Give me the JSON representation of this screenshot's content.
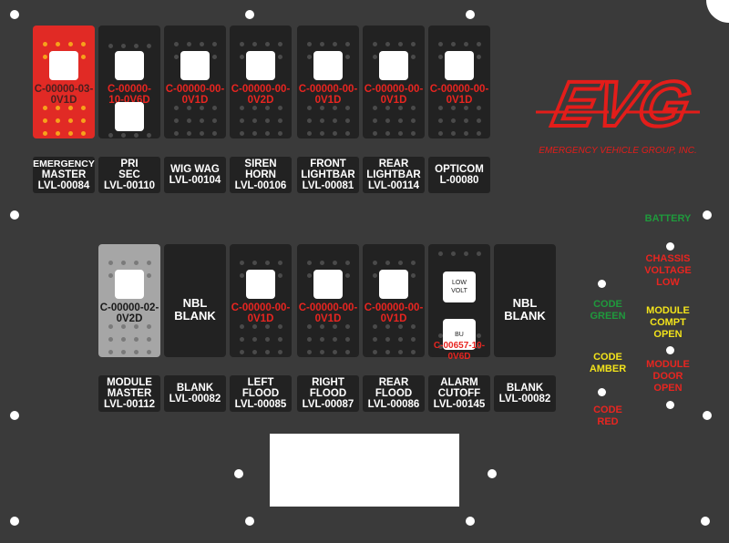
{
  "panel": {
    "background": "#3a3a3a",
    "logo": {
      "text": "EVG",
      "tagline": "EMERGENCY VEHICLE GROUP, INC.",
      "color": "#e31d1a"
    }
  },
  "switches": [
    {
      "code": "C-00000-03-0V1D",
      "style": "red",
      "windows": 1,
      "label": [
        "EMERGENCY",
        "MASTER",
        "LVL-00084"
      ]
    },
    {
      "code": "C-00000-10-0V6D",
      "style": "dark",
      "windows": 2,
      "label": [
        "PRI",
        "SEC",
        "LVL-00110"
      ]
    },
    {
      "code": "C-00000-00-0V1D",
      "style": "dark",
      "windows": 1,
      "label": [
        "WIG WAG",
        "LVL-00104"
      ]
    },
    {
      "code": "C-00000-00-0V2D",
      "style": "dark",
      "windows": 1,
      "label": [
        "SIREN",
        "HORN",
        "LVL-00106"
      ]
    },
    {
      "code": "C-00000-00-0V1D",
      "style": "dark",
      "windows": 1,
      "label": [
        "FRONT",
        "LIGHTBAR",
        "LVL-00081"
      ]
    },
    {
      "code": "C-00000-00-0V1D",
      "style": "dark",
      "windows": 1,
      "label": [
        "REAR",
        "LIGHTBAR",
        "LVL-00114"
      ]
    },
    {
      "code": "C-00000-00-0V1D",
      "style": "dark",
      "windows": 1,
      "label": [
        "OPTICOM",
        "L-00080"
      ]
    },
    {
      "code": "C-00000-02-0V2D",
      "style": "gray",
      "windows": 1,
      "label": [
        "MODULE",
        "MASTER",
        "LVL-00112"
      ]
    },
    {
      "code": "",
      "style": "blank",
      "windows": 0,
      "blank_text": [
        "NBL",
        "BLANK"
      ],
      "label": [
        "BLANK",
        "LVL-00082"
      ]
    },
    {
      "code": "C-00000-00-0V1D",
      "style": "dark",
      "windows": 1,
      "label": [
        "LEFT",
        "FLOOD",
        "LVL-00085"
      ]
    },
    {
      "code": "C-00000-00-0V1D",
      "style": "dark",
      "windows": 1,
      "label": [
        "RIGHT",
        "FLOOD",
        "LVL-00087"
      ]
    },
    {
      "code": "C-00000-00-0V1D",
      "style": "dark",
      "windows": 1,
      "label": [
        "REAR",
        "FLOOD",
        "LVL-00086"
      ]
    },
    {
      "code": "C-00657-10-0V6D",
      "style": "alarm",
      "windows": 2,
      "window_text": [
        [
          "LOW",
          "VOLT"
        ],
        [
          "BU"
        ]
      ],
      "label": [
        "ALARM",
        "CUTOFF",
        "LVL-00145"
      ]
    },
    {
      "code": "",
      "style": "blank",
      "windows": 0,
      "blank_text": [
        "NBL",
        "BLANK"
      ],
      "label": [
        "BLANK",
        "LVL-00082"
      ]
    }
  ],
  "indicators": [
    {
      "lines": [
        "BATTERY"
      ],
      "color": "#1f9a3c"
    },
    {
      "lines": [
        "CHASSIS",
        "VOLTAGE",
        "LOW"
      ],
      "color": "#e82520"
    },
    {
      "lines": [
        "CODE",
        "GREEN"
      ],
      "color": "#1f9a3c"
    },
    {
      "lines": [
        "MODULE",
        "COMPT",
        "OPEN"
      ],
      "color": "#f2e31b"
    },
    {
      "lines": [
        "CODE",
        "AMBER"
      ],
      "color": "#f2e31b"
    },
    {
      "lines": [
        "MODULE",
        "DOOR",
        "OPEN"
      ],
      "color": "#e82520"
    },
    {
      "lines": [
        "CODE",
        "RED"
      ],
      "color": "#e82520"
    }
  ]
}
